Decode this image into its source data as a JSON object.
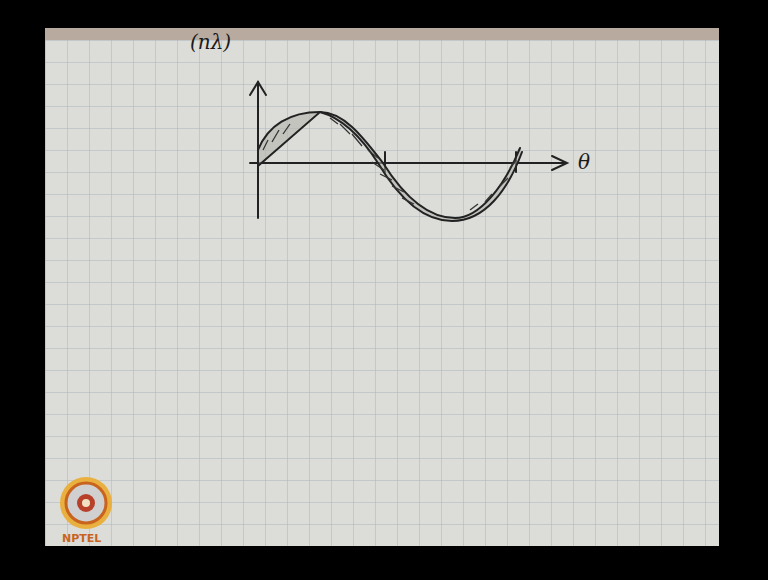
{
  "diagram": {
    "labels": [
      "(nλ)",
      "θ",
      "NPTEL"
    ]
  }
}
